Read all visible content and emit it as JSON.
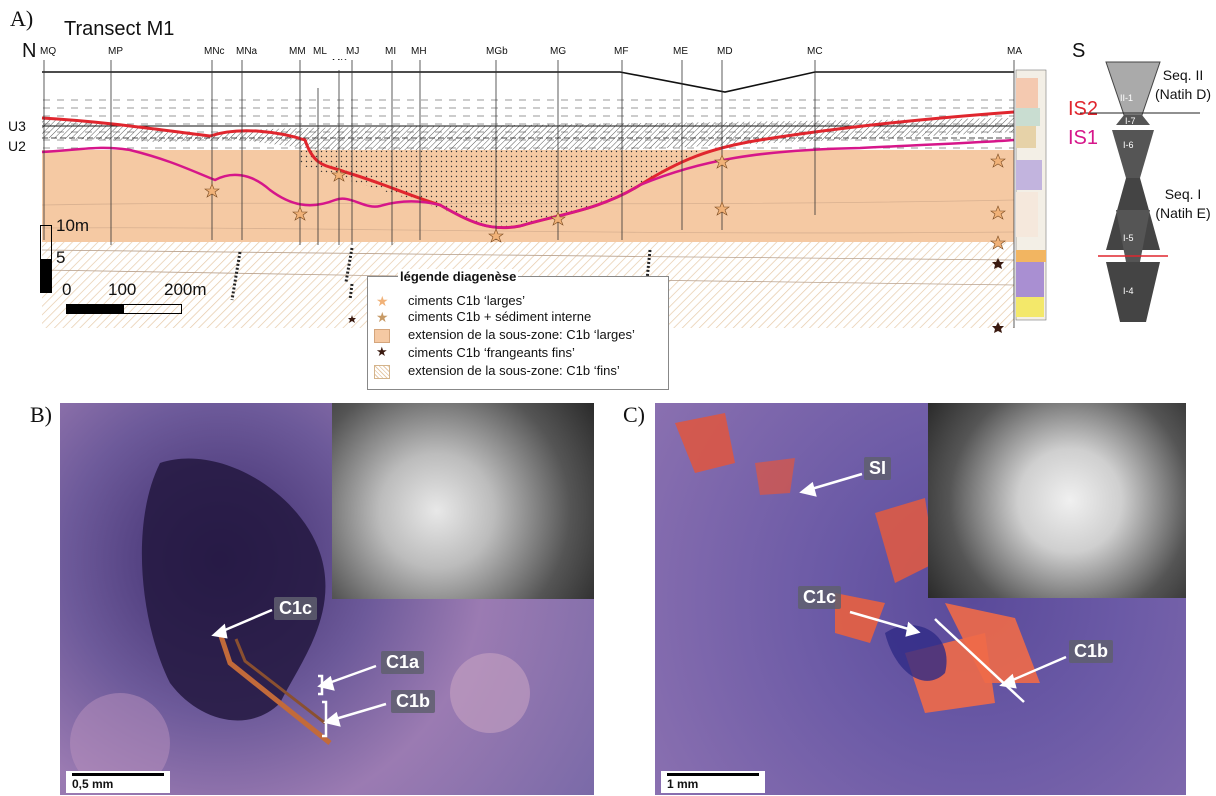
{
  "panel_a": {
    "letter": "A)",
    "title": "Transect M1",
    "north": "N",
    "south": "S",
    "wells": [
      "MQ",
      "MP",
      "MNc",
      "MNa",
      "MM",
      "ML",
      "MJ",
      "MK",
      "MI",
      "MH",
      "MGb",
      "MG",
      "MF",
      "ME",
      "MD",
      "MC",
      "MA"
    ],
    "units": [
      "U3",
      "U2"
    ],
    "surfaces": [
      {
        "name": "IS2",
        "color": "#e0262e"
      },
      {
        "name": "IS1",
        "color": "#d6168a"
      }
    ],
    "vertical_scale": [
      "10m",
      "5"
    ],
    "horizontal_scale": [
      "0",
      "100",
      "200m"
    ],
    "sequences": {
      "seq2": [
        "Seq. II",
        "(Natih D)"
      ],
      "seq1": [
        "Seq. I",
        "(Natih E)"
      ],
      "cycles": [
        "II-1",
        "I-7",
        "I-6",
        "I-5",
        "I-4"
      ]
    },
    "legend": {
      "title": "légende diagenèse",
      "items": [
        "ciments C1b ‘larges’",
        "ciments C1b + sédiment interne",
        "extension de la sous-zone: C1b ‘larges’",
        "ciments C1b ‘frangeants fins’",
        "extension de la sous-zone: C1b ‘fins’"
      ]
    }
  },
  "panel_b": {
    "letter": "B)",
    "labels": [
      "C1c",
      "C1a",
      "C1b"
    ],
    "scale": "0,5 mm"
  },
  "panel_c": {
    "letter": "C)",
    "labels": [
      "SI",
      "C1c",
      "C1b"
    ],
    "scale": "1 mm"
  },
  "colors": {
    "fill": "#f5c9a3",
    "is2": "#e0262e",
    "is1": "#d6168a"
  }
}
